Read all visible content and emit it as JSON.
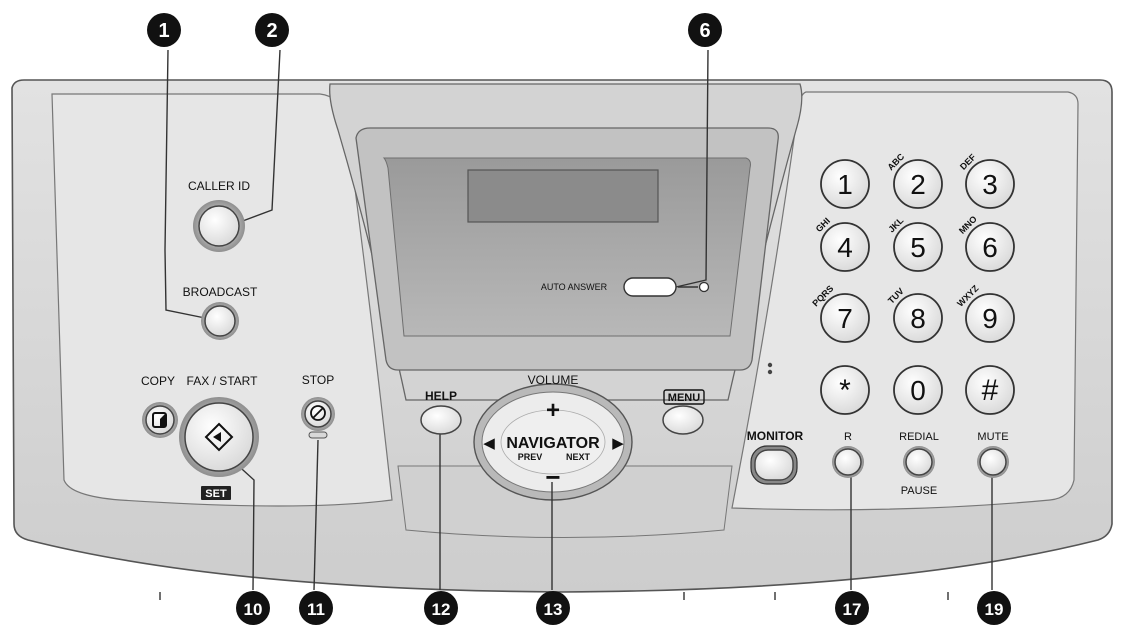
{
  "labels": {
    "caller_id": "CALLER ID",
    "broadcast": "BROADCAST",
    "copy": "COPY",
    "fax_start": "FAX / START",
    "set": "SET",
    "stop": "STOP",
    "help": "HELP",
    "volume": "VOLUME",
    "navigator": "NAVIGATOR",
    "prev": "PREV",
    "next": "NEXT",
    "menu": "MENU",
    "auto_answer": "AUTO ANSWER",
    "monitor": "MONITOR",
    "r": "R",
    "redial": "REDIAL",
    "pause": "PAUSE",
    "mute": "MUTE"
  },
  "callouts": [
    "1",
    "2",
    "6",
    "10",
    "11",
    "12",
    "13",
    "17",
    "19"
  ],
  "keypad": [
    {
      "digit": "1",
      "letters": ""
    },
    {
      "digit": "2",
      "letters": "ABC"
    },
    {
      "digit": "3",
      "letters": "DEF"
    },
    {
      "digit": "4",
      "letters": "GHI"
    },
    {
      "digit": "5",
      "letters": "JKL"
    },
    {
      "digit": "6",
      "letters": "MNO"
    },
    {
      "digit": "7",
      "letters": "PQRS"
    },
    {
      "digit": "8",
      "letters": "TUV"
    },
    {
      "digit": "9",
      "letters": "WXYZ"
    },
    {
      "digit": "*",
      "letters": ""
    },
    {
      "digit": "0",
      "letters": ""
    },
    {
      "digit": "#",
      "letters": ""
    }
  ],
  "symbols": {
    "plus": "+",
    "minus": "−",
    "left_arrow": "◀",
    "right_arrow": "▶",
    "start_icon": "◇"
  }
}
